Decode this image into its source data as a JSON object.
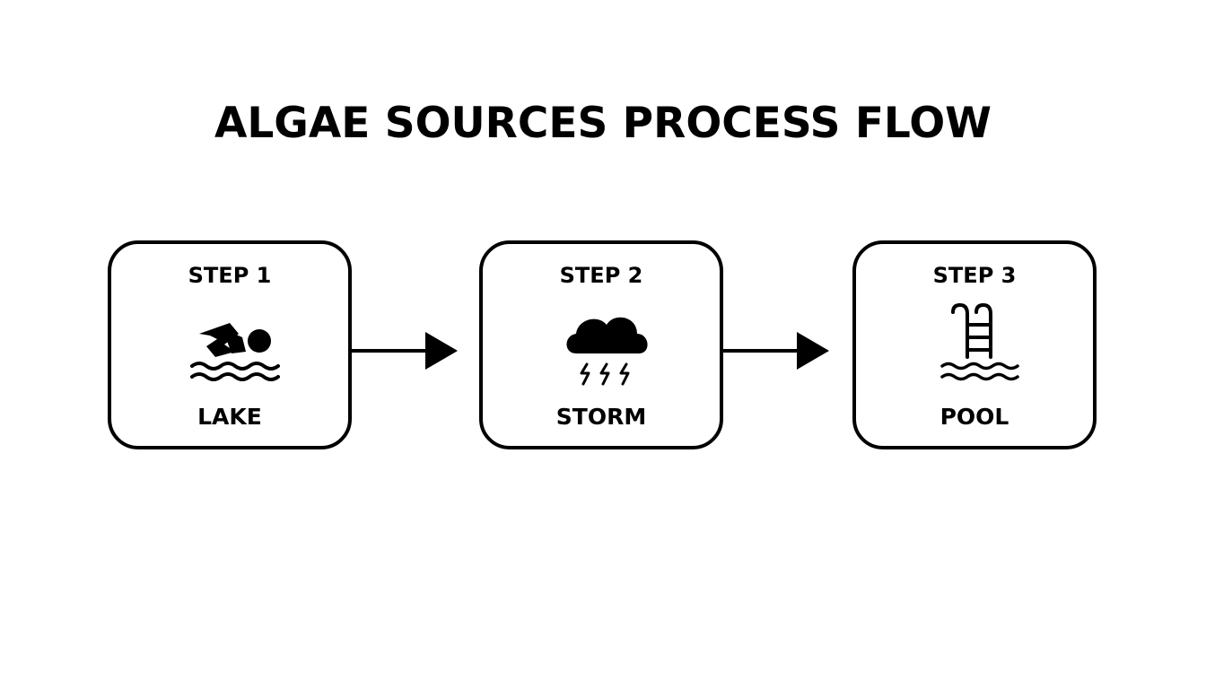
{
  "title": "ALGAE SOURCES PROCESS FLOW",
  "steps": [
    {
      "label": "STEP 1",
      "name": "LAKE",
      "icon": "swimmer-icon"
    },
    {
      "label": "STEP 2",
      "name": "STORM",
      "icon": "storm-cloud-icon"
    },
    {
      "label": "STEP 3",
      "name": "POOL",
      "icon": "pool-ladder-icon"
    }
  ],
  "colors": {
    "stroke": "#000000",
    "background": "#ffffff"
  }
}
